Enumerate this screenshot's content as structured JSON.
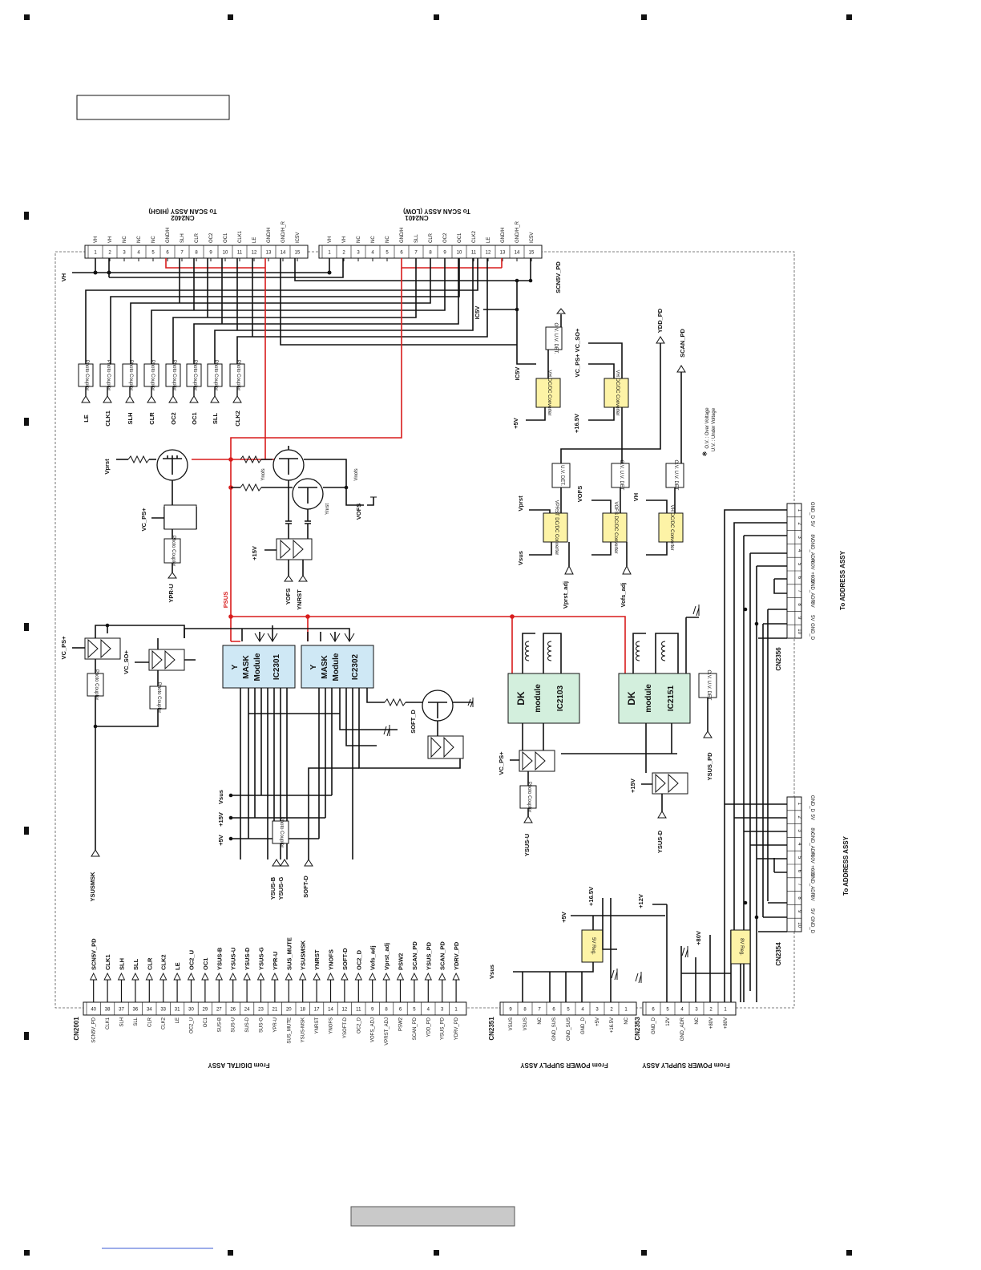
{
  "page": {
    "title_box": "",
    "footer_box": ""
  },
  "cn2402": {
    "name": "CN2402",
    "title": "To SCAN ASSY (HIGH)",
    "pins": [
      {
        "num": "1",
        "sig": "VH"
      },
      {
        "num": "2",
        "sig": "VH"
      },
      {
        "num": "3",
        "sig": "NC"
      },
      {
        "num": "4",
        "sig": "NC"
      },
      {
        "num": "5",
        "sig": "NC"
      },
      {
        "num": "6",
        "sig": "GND/H"
      },
      {
        "num": "7",
        "sig": "SLH"
      },
      {
        "num": "8",
        "sig": "CLR"
      },
      {
        "num": "9",
        "sig": "OC2"
      },
      {
        "num": "10",
        "sig": "OC1"
      },
      {
        "num": "11",
        "sig": "CLK1"
      },
      {
        "num": "12",
        "sig": "LE"
      },
      {
        "num": "13",
        "sig": "GND/H"
      },
      {
        "num": "14",
        "sig": "GND/H_R"
      },
      {
        "num": "15",
        "sig": "IC5V"
      }
    ]
  },
  "cn2401": {
    "name": "CN2401",
    "title": "To SCAN ASSY (LOW)",
    "pins": [
      {
        "num": "1",
        "sig": "VH"
      },
      {
        "num": "2",
        "sig": "VH"
      },
      {
        "num": "3",
        "sig": "NC"
      },
      {
        "num": "4",
        "sig": "NC"
      },
      {
        "num": "5",
        "sig": "NC"
      },
      {
        "num": "6",
        "sig": "GND/H"
      },
      {
        "num": "7",
        "sig": "SLL"
      },
      {
        "num": "8",
        "sig": "CLR"
      },
      {
        "num": "9",
        "sig": "OC2"
      },
      {
        "num": "10",
        "sig": "OC1"
      },
      {
        "num": "11",
        "sig": "CLK2"
      },
      {
        "num": "12",
        "sig": "LE"
      },
      {
        "num": "13",
        "sig": "GND/H"
      },
      {
        "num": "14",
        "sig": "GND/H_R"
      },
      {
        "num": "15",
        "sig": "IC5V"
      }
    ]
  },
  "photocoupler_label": "Photo Coupler",
  "photo_signals": [
    "LE",
    "CLK1",
    "SLH",
    "CLR",
    "OC2",
    "OC1",
    "SLL",
    "CLK2"
  ],
  "nets": {
    "vh": "VH",
    "scn5v_pd": "SCN5V_PD",
    "ic5v": "IC5V",
    "ydd_pd": "YDD_PD",
    "scan_pd": "SCAN_PD",
    "vc_ps": "VC_PS+",
    "vc_so": "VC_SO+",
    "p5v": "+5V",
    "p165v": "+16.5V",
    "p15v": "+15V",
    "vprst": "Vprst",
    "vofs": "VOFS",
    "vnofs": "Vnofs",
    "ynofs": "Ynofs",
    "ynrst": "Ynrst",
    "yofs": "YOFS",
    "ynrst2": "YNRST",
    "ypr_u": "YPR-U",
    "psus": "PSUS",
    "vsus": "Vsus",
    "vprst_adj": "Vprst_adj",
    "vofs_adj": "Vofs_adj",
    "soft_d": "SOFT_D",
    "soft_d2": "SOFT-D",
    "ysus_b": "YSUS-B",
    "ysus_g": "YSUS-G",
    "ysusmsk": "YSUSMSK",
    "ysus_u": "YSUS-U",
    "ysus_d": "YSUS-D",
    "ysus_pd": "YSUS_PD",
    "p12v": "+12V",
    "p80v": "+80V"
  },
  "dcdc": {
    "vh_dcdc": "VH DC/DC Converter",
    "vprst_dcdc": "VPRST DC/DC Converter",
    "vofs_dcdc": "VOFS DC/DC Converter",
    "vh2_dcdc": "VH DC/DC Converter",
    "ovuv_det": "O.V. U.V. DET.",
    "uv_det": "U.V. DET.",
    "reg5v": "5V Reg.",
    "reg8v": "8V Reg."
  },
  "note": {
    "mark": "※",
    "ov": "O.V. : Over Voltage",
    "uv": "U.V. : Under Voltage"
  },
  "modules": {
    "ic2301": {
      "l1": "Y",
      "l2": "MASK",
      "l3": "Module",
      "ic": "IC2301"
    },
    "ic2302": {
      "l1": "Y",
      "l2": "MASK",
      "l3": "Module",
      "ic": "IC2302"
    },
    "ic2103": {
      "l1": "DK",
      "l2": "module",
      "ic": "IC2103"
    },
    "ic2151": {
      "l1": "DK",
      "l2": "module",
      "ic": "IC2151"
    }
  },
  "cn2001": {
    "name": "CN2001",
    "title": "From DIGITAL ASSY",
    "pins": [
      {
        "num": "40",
        "sig": "SCN5V_PD"
      },
      {
        "num": "38",
        "sig": "CLK1"
      },
      {
        "num": "37",
        "sig": "SLH"
      },
      {
        "num": "36",
        "sig": "SLL"
      },
      {
        "num": "34",
        "sig": "CLR"
      },
      {
        "num": "33",
        "sig": "CLK2"
      },
      {
        "num": "31",
        "sig": "LE"
      },
      {
        "num": "30",
        "sig": "OC2_U"
      },
      {
        "num": "29",
        "sig": "OC1"
      },
      {
        "num": "27",
        "sig": "SUS-B"
      },
      {
        "num": "26",
        "sig": "SUS-U"
      },
      {
        "num": "24",
        "sig": "SUS-D"
      },
      {
        "num": "23",
        "sig": "SUS-G"
      },
      {
        "num": "21",
        "sig": "YPR-U"
      },
      {
        "num": "20",
        "sig": "SUS_MUTE"
      },
      {
        "num": "18",
        "sig": "YSUS-MSK"
      },
      {
        "num": "17",
        "sig": "YNRST"
      },
      {
        "num": "14",
        "sig": "YNOFS"
      },
      {
        "num": "12",
        "sig": "YSOFT-D"
      },
      {
        "num": "11",
        "sig": "OC2_D"
      },
      {
        "num": "9",
        "sig": "VOFS_ADJ"
      },
      {
        "num": "8",
        "sig": "VPRST_ADJ"
      },
      {
        "num": "6",
        "sig": "PSW2"
      },
      {
        "num": "5",
        "sig": "SCAN_PD"
      },
      {
        "num": "4",
        "sig": "YDD_PD"
      },
      {
        "num": "3",
        "sig": "YSUS_PD"
      },
      {
        "num": "1",
        "sig": "YDRV_PD"
      }
    ],
    "wires": [
      "SCN5V_PD",
      "CLK1",
      "SLH",
      "SLL",
      "CLR",
      "CLK2",
      "LE",
      "OC2_U",
      "OC1",
      "YSUS-B",
      "YSUS-U",
      "YSUS-D",
      "YSUS-G",
      "YPR-U",
      "SUS_MUTE",
      "YSUSMSK",
      "YNRST",
      "YNOFS",
      "SOFT-D",
      "OC2_D",
      "Vofs_adj",
      "Vprst_adj",
      "PSW2",
      "SCAN_PD",
      "YSUS_PD",
      "SCAN_PD",
      "YDRV_PD"
    ]
  },
  "cn2351": {
    "name": "CN2351",
    "title": "From POWER SUPPLY ASSY",
    "pins": [
      {
        "num": "9",
        "sig": "VSUS"
      },
      {
        "num": "8",
        "sig": "VSUS"
      },
      {
        "num": "7",
        "sig": "NC"
      },
      {
        "num": "6",
        "sig": "GND_SUS"
      },
      {
        "num": "5",
        "sig": "GND_SUS"
      },
      {
        "num": "4",
        "sig": "GND_D"
      },
      {
        "num": "3",
        "sig": "+5V"
      },
      {
        "num": "2",
        "sig": "+16.5V"
      },
      {
        "num": "1",
        "sig": "NC"
      }
    ]
  },
  "cn2353": {
    "name": "CN2353",
    "title": "From POWER SUPPLY ASSY",
    "pins": [
      {
        "num": "6",
        "sig": "GND_D"
      },
      {
        "num": "5",
        "sig": "12V"
      },
      {
        "num": "4",
        "sig": "GND_ADR"
      },
      {
        "num": "3",
        "sig": "NC"
      },
      {
        "num": "2",
        "sig": "+80V"
      },
      {
        "num": "1",
        "sig": "+80V"
      }
    ]
  },
  "cn2356": {
    "name": "CN2356",
    "title": "To ADDRESS ASSY",
    "pins": [
      {
        "num": "1",
        "sig": "GND_D"
      },
      {
        "num": "2",
        "sig": "5V"
      },
      {
        "num": "3",
        "sig": "8V"
      },
      {
        "num": "4",
        "sig": "GND_ADR"
      },
      {
        "num": "5",
        "sig": "+60V"
      },
      {
        "num": "6",
        "sig": "+60V"
      },
      {
        "num": "7",
        "sig": "GND_ADR"
      },
      {
        "num": "8",
        "sig": "8V"
      },
      {
        "num": "9",
        "sig": "5V"
      },
      {
        "num": "10",
        "sig": "GND_D"
      }
    ]
  },
  "cn2354": {
    "name": "CN2354",
    "title": "To ADDRESS ASSY",
    "pins": [
      {
        "num": "1",
        "sig": "GND_D"
      },
      {
        "num": "2",
        "sig": "5V"
      },
      {
        "num": "3",
        "sig": "8V"
      },
      {
        "num": "4",
        "sig": "GND_ADR"
      },
      {
        "num": "5",
        "sig": "+60V"
      },
      {
        "num": "6",
        "sig": "+60V"
      },
      {
        "num": "7",
        "sig": "GND_ADR"
      },
      {
        "num": "8",
        "sig": "8V"
      },
      {
        "num": "9",
        "sig": "5V"
      },
      {
        "num": "10",
        "sig": "GND_D"
      }
    ]
  }
}
